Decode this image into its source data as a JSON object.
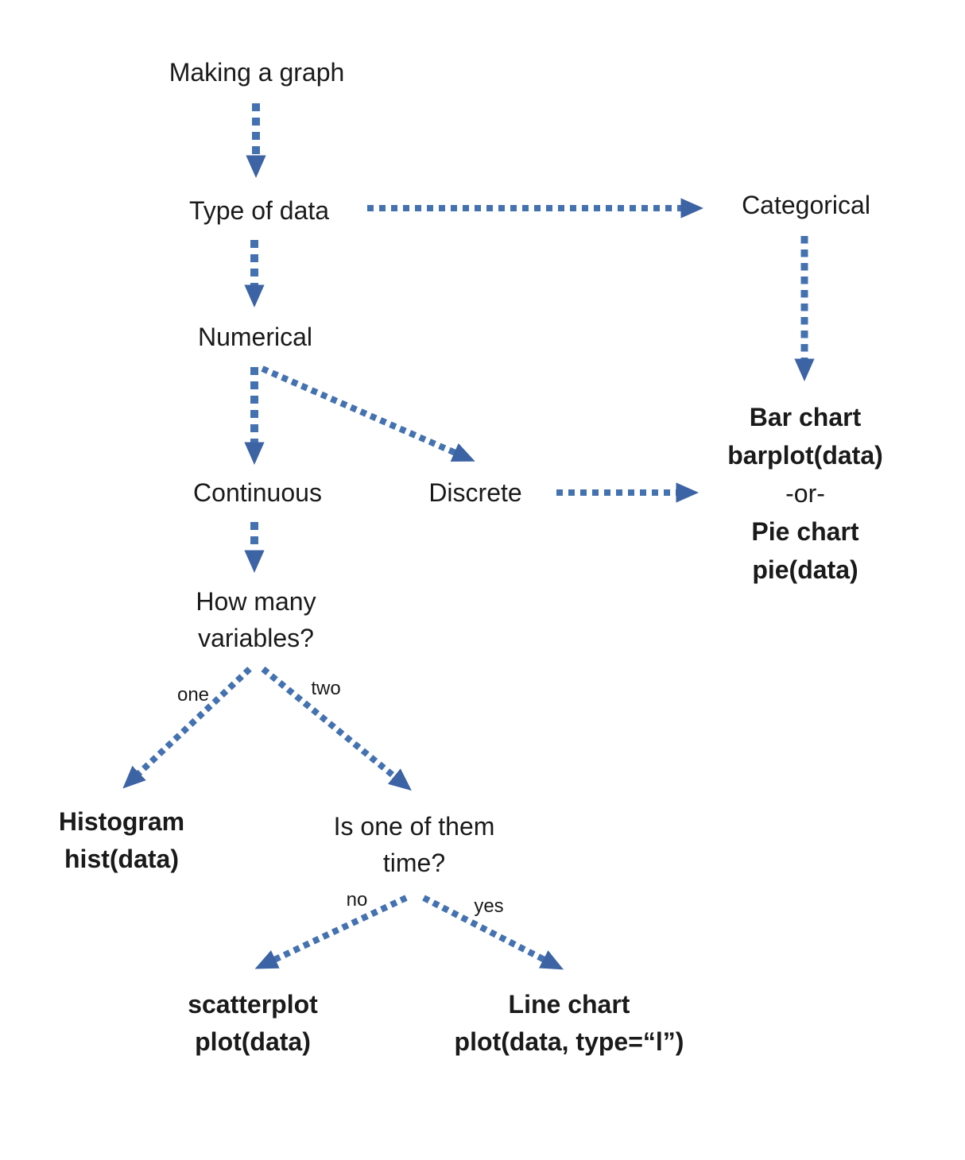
{
  "diagram": {
    "nodes": {
      "title": "Making a graph",
      "type_of_data": "Type of data",
      "categorical": "Categorical",
      "numerical": "Numerical",
      "continuous": "Continuous",
      "discrete": "Discrete",
      "bar_pie": {
        "lines": [
          "Bar chart",
          "barplot(data)",
          "-or-",
          "Pie chart",
          "pie(data)"
        ]
      },
      "how_many_variables": {
        "lines": [
          "How many",
          "variables?"
        ]
      },
      "histogram": {
        "lines": [
          "Histogram",
          "hist(data)"
        ]
      },
      "is_one_of_them_time": {
        "lines": [
          "Is one of them",
          "time?"
        ]
      },
      "scatterplot": {
        "lines": [
          "scatterplot",
          "plot(data)"
        ]
      },
      "line_chart": {
        "lines": [
          "Line chart",
          "plot(data, type=“l”)"
        ]
      }
    },
    "edge_labels": {
      "one": "one",
      "two": "two",
      "no": "no",
      "yes": "yes"
    },
    "colors": {
      "arrow_dash": "#4472b0",
      "arrow_head": "#3c63a4",
      "text": "#1a1a1a",
      "background": "#ffffff"
    }
  }
}
